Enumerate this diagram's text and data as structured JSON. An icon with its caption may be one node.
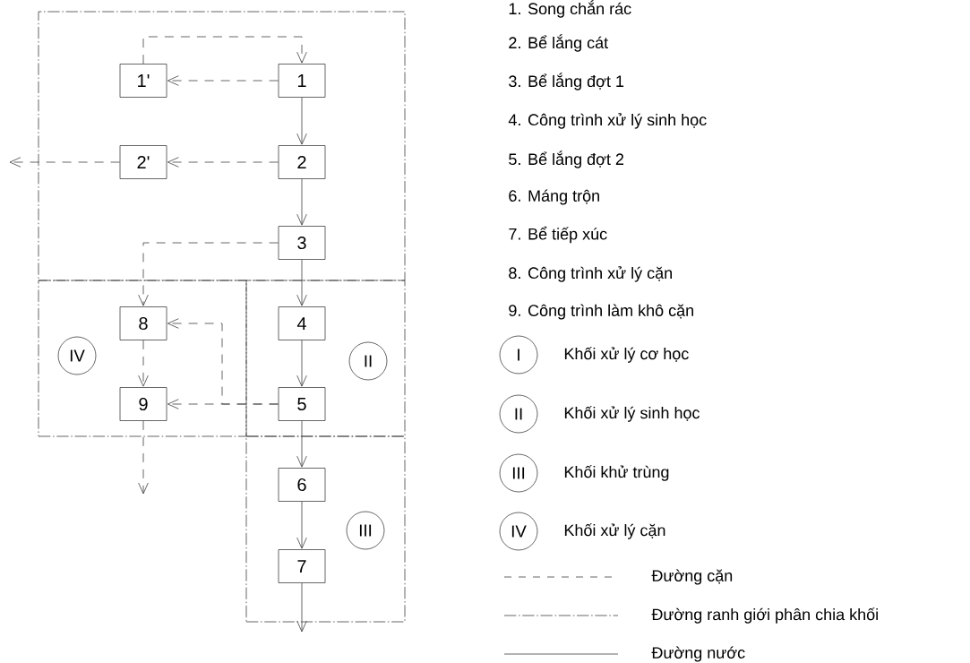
{
  "diagram": {
    "nodes": [
      {
        "text": [],
        "shape": "box"
      },
      {
        "text": [
          "1'"
        ],
        "in": 0
      },
      {
        "text": [
          "1"
        ],
        "in": 0
      },
      {
        "text": [
          "2'"
        ],
        "in": 0
      },
      {
        "text": [
          "2"
        ],
        "in": 0
      },
      {
        "text": [
          "3"
        ],
        "in": 0
      },
      {
        "text": [],
        "shape": "box"
      },
      {
        "text": [
          "IV"
        ],
        "in": 6
      },
      {
        "text": [
          "8"
        ],
        "in": 6
      },
      {
        "text": [
          "9"
        ],
        "in": 6
      },
      {
        "text": [],
        "shape": "box"
      },
      {
        "text": [
          "4"
        ],
        "in": 10
      },
      {
        "text": [
          "II"
        ],
        "in": 10
      },
      {
        "text": [
          "5"
        ],
        "in": 10
      },
      {
        "text": [],
        "shape": "box"
      },
      {
        "text": [
          "6"
        ],
        "in": 14
      },
      {
        "text": [
          "III"
        ],
        "in": 14
      },
      {
        "text": [
          "7"
        ],
        "in": 14
      },
      {
        "text": [
          "I"
        ],
        "beside": [
          "Khối xử lý cơ học"
        ]
      },
      {
        "text": [
          "II"
        ],
        "beside": [
          "Khối xử lý sinh học"
        ]
      },
      {
        "text": [
          "III"
        ],
        "beside": [
          "Khối khử trùng"
        ]
      },
      {
        "text": [
          "IV"
        ],
        "beside": [
          "Khối xử lý cặn"
        ]
      }
    ],
    "edges": [
      {
        "from": 2,
        "to": 4,
        "arrow": "to"
      },
      {
        "from": 4,
        "to": 5,
        "arrow": "to"
      },
      {
        "from": 5,
        "to": 11,
        "arrow": "to"
      },
      {
        "from": 11,
        "to": 13,
        "arrow": "to"
      },
      {
        "from": 13,
        "to": 15,
        "arrow": "to"
      },
      {
        "from": 15,
        "to": 17,
        "arrow": "to"
      },
      {
        "from": 17,
        "to": null,
        "arrow": "to"
      },
      {
        "from": 2,
        "to": 1,
        "arrow": "to",
        "style": "dashed"
      },
      {
        "from": 1,
        "to": 2,
        "arrow": "to",
        "style": "dashed"
      },
      {
        "from": 4,
        "to": 3,
        "arrow": "to",
        "style": "dashed"
      },
      {
        "from": 3,
        "to": null,
        "arrow": "to",
        "style": "dashed"
      },
      {
        "from": 5,
        "to": 8,
        "arrow": "to",
        "style": "dashed"
      },
      {
        "from": 8,
        "to": 9,
        "arrow": "to",
        "style": "dashed"
      },
      {
        "from": 13,
        "to": 9,
        "arrow": "to",
        "style": "dashed"
      },
      {
        "from": 13,
        "to": 8,
        "arrow": "to",
        "style": "dashed"
      },
      {
        "from": 9,
        "to": null,
        "arrow": "to",
        "style": "dashed"
      }
    ],
    "labels": [
      "1. Song chắn rác",
      "2. Bể lắng cát",
      "3. Bể lắng đợt 1",
      "4. Công trình xử lý sinh học",
      "5. Bể lắng đợt 2",
      "6. Máng trộn",
      "7. Bể tiếp xúc",
      "8. Công trình xử lý cặn",
      "9. Công trình làm khô cặn"
    ],
    "legend": [
      {
        "text": "Đường cặn"
      },
      {
        "text": "Đường ranh giới phân chia khối"
      },
      {
        "text": "Đường nước"
      }
    ]
  }
}
